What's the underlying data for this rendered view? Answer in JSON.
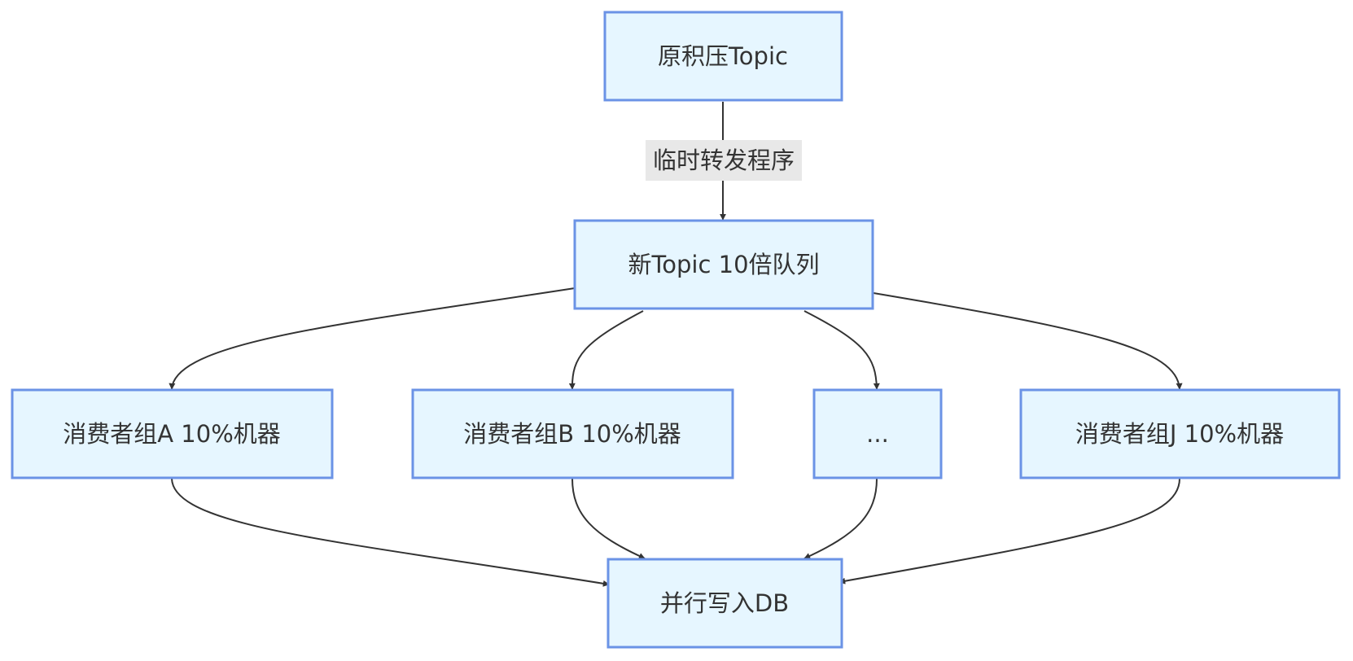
{
  "diagram": {
    "nodes": {
      "source_topic": {
        "label": "原积压Topic"
      },
      "new_topic": {
        "label": "新Topic 10倍队列"
      },
      "group_a": {
        "label": "消费者组A 10%机器"
      },
      "group_b": {
        "label": "消费者组B 10%机器"
      },
      "group_ellipsis": {
        "label": "..."
      },
      "group_j": {
        "label": "消费者组J 10%机器"
      },
      "db_write": {
        "label": "并行写入DB"
      }
    },
    "edges": {
      "forwarder": {
        "label": "临时转发程序"
      }
    },
    "colors": {
      "node_fill": "#e6f6ff",
      "node_border": "#6b93e6",
      "edge": "#333333",
      "edge_label_bg": "#e8e8e8"
    }
  }
}
